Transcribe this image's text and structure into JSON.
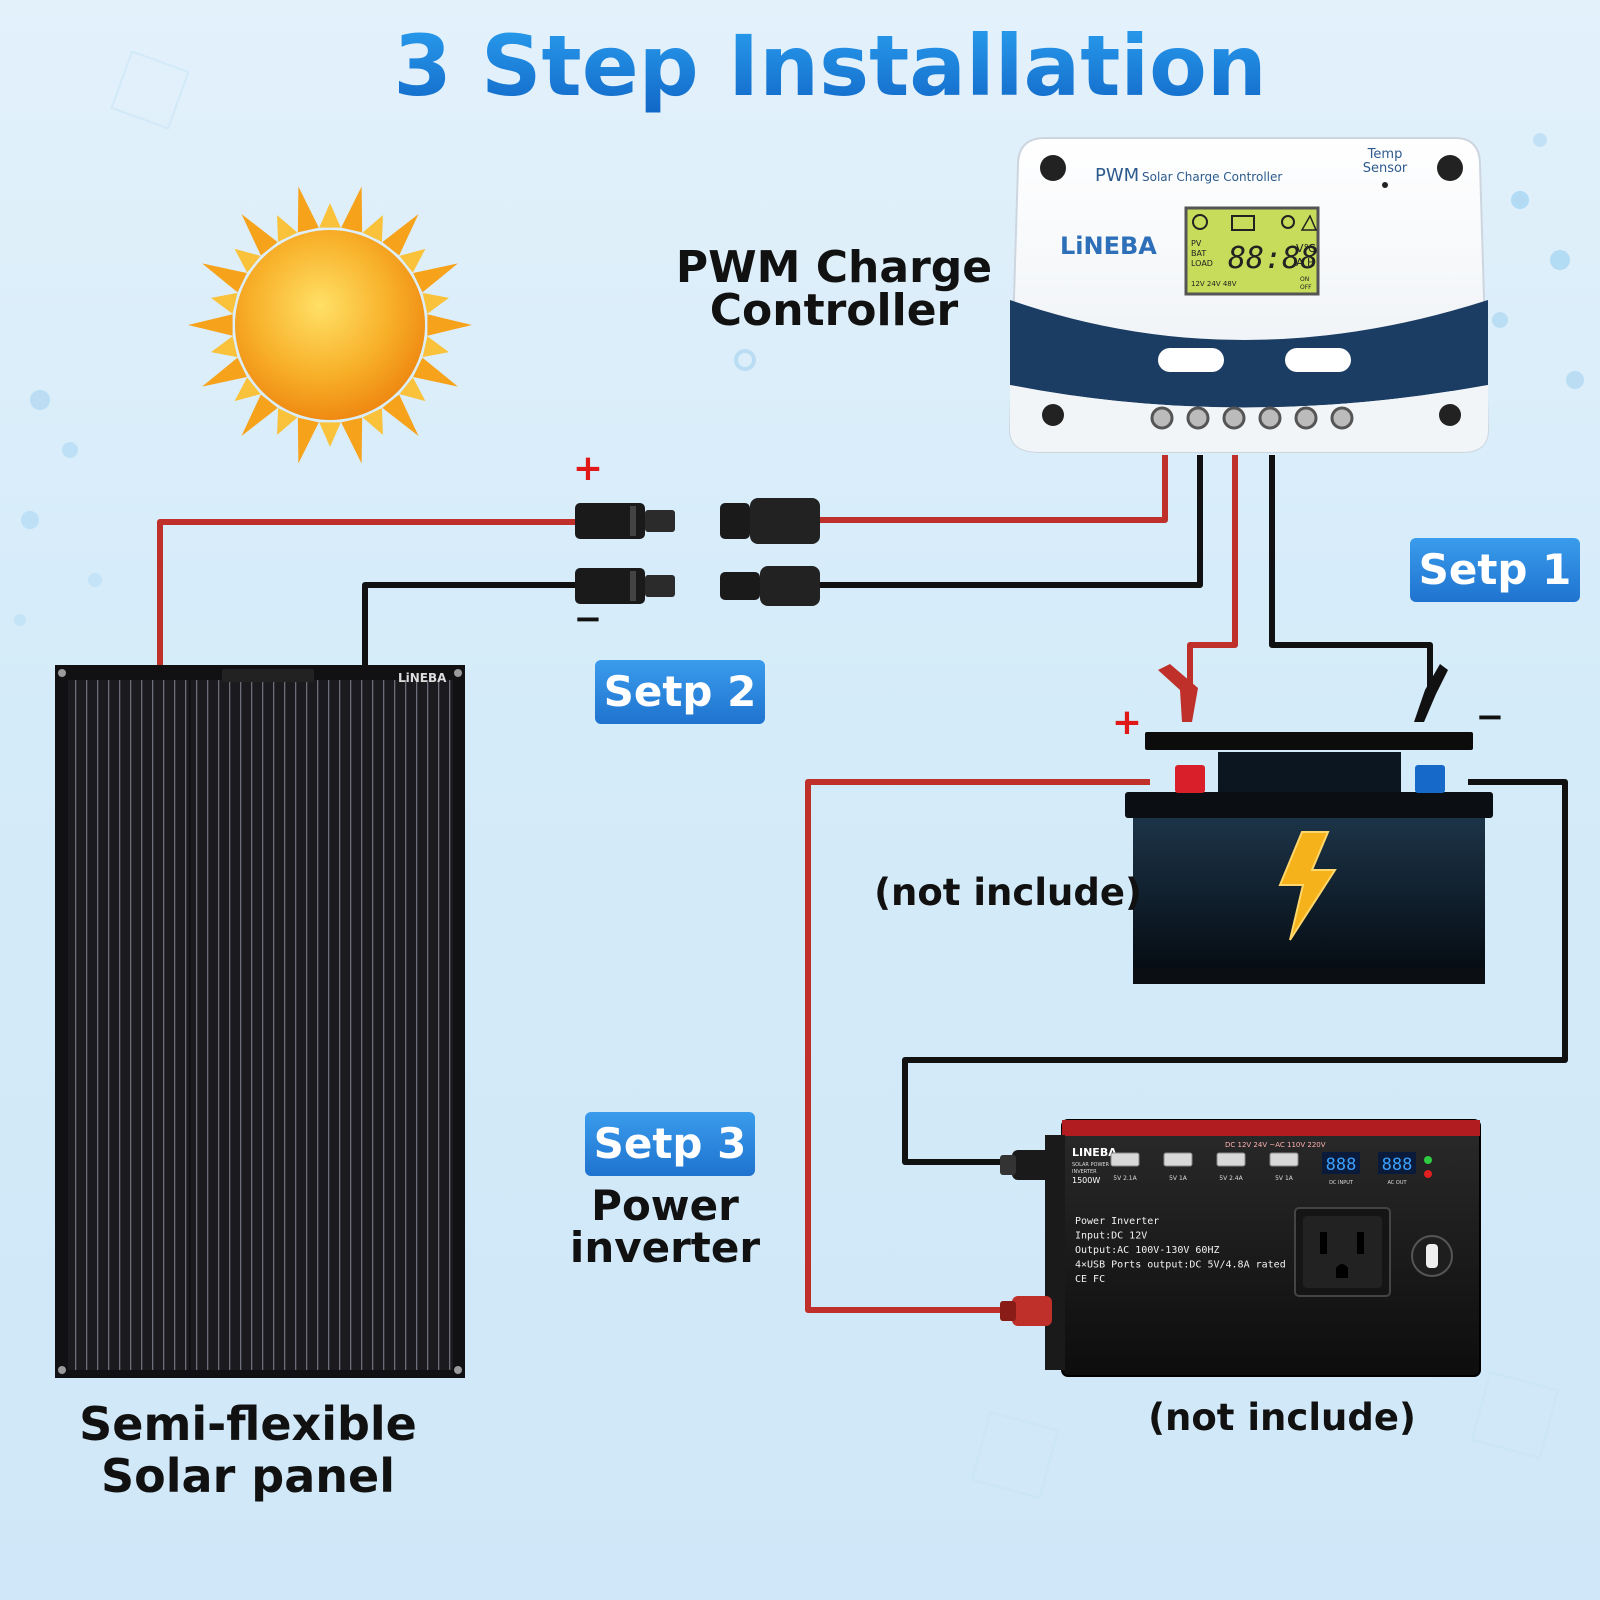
{
  "title": "3 Step Installation",
  "controller": {
    "label_line1": "PWM Charge",
    "label_line2": "Controller",
    "brand": "LiNEBA",
    "model_prefix": "PWM",
    "model_text": "Solar Charge Controller",
    "temp_line1": "Temp",
    "temp_line2": "Sensor",
    "lcd": {
      "pv": "PV",
      "bat": "BAT",
      "load": "LOAD",
      "digits": "88:88",
      "unit1": "V℃",
      "unit2": "A H",
      "volts": "12V  24V  48V",
      "on": "ON",
      "off": "OFF"
    }
  },
  "steps": {
    "step1": "Setp 1",
    "step2": "Setp 2",
    "step3": "Setp 3"
  },
  "panel": {
    "label_line1": "Semi-flexible",
    "label_line2": "Solar panel",
    "brand": "LiNEBA"
  },
  "connectors": {
    "plus": "+",
    "minus": "−"
  },
  "battery": {
    "plus": "+",
    "minus": "−",
    "note": "(not include)"
  },
  "inverter": {
    "label_line1": "Power",
    "label_line2": "inverter",
    "note": "(not include)",
    "brand": "LINEBA",
    "sub1": "SOLAR POWER",
    "sub2": "INVERTER",
    "watt": "1500W",
    "top_strip": "DC 12V  24V ~AC 110V  220V",
    "usb": [
      "5V 2.1A",
      "5V 1A",
      "5V 2.4A",
      "5V 1A"
    ],
    "dc_input": "DC INPUT",
    "ac_out": "AC OUT",
    "display": "888",
    "spec_lines": [
      "Power Inverter",
      "Input:DC 12V",
      "Output:AC 100V-130V 60HZ",
      "4×USB Ports output:DC 5V/4.8A rated",
      "CE FC"
    ]
  },
  "colors": {
    "title_blue": "#1e7fd6",
    "badge_blue": "#2d8be0",
    "wire_red": "#c0302a",
    "wire_black": "#111111",
    "controller_navy": "#1c3d63",
    "sun_core": "#f5a623"
  }
}
